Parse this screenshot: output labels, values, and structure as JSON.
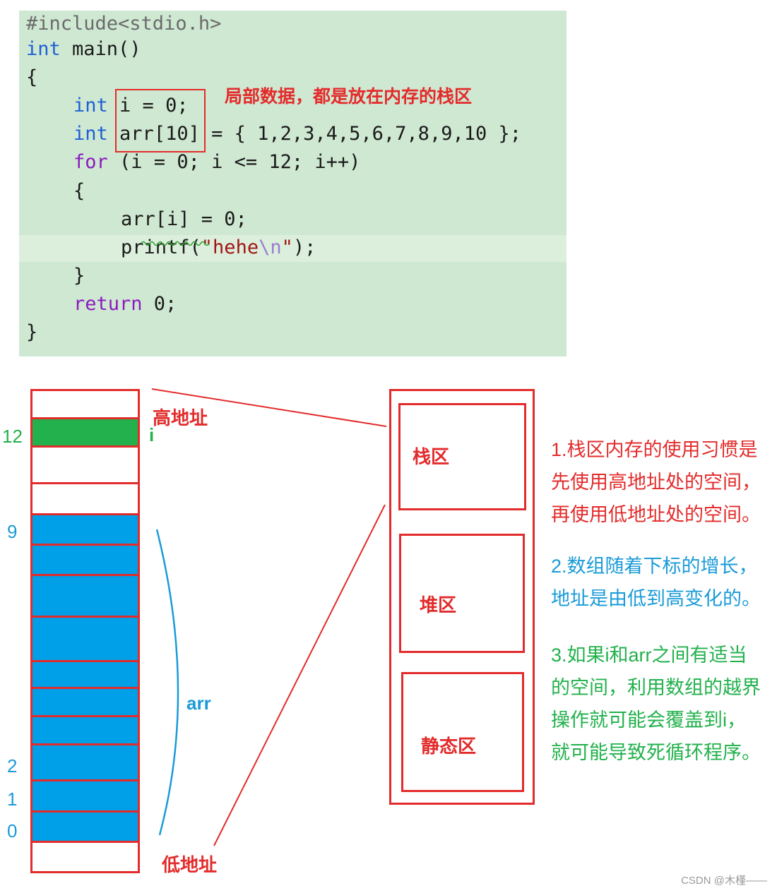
{
  "code": {
    "line1": "#include<stdio.h>",
    "line2_kw": "int",
    "line2_rest": " main()",
    "line3": "{",
    "line4_kw": "int",
    "line4_rest": "i = 0;",
    "line5_kw": "int",
    "line5_rest": "arr[10] = { 1,2,3,4,5,6,7,8,9,10 };",
    "line6_kw": "for",
    "line6_rest": " (i = 0; i <= 12; i++)",
    "line7": "{",
    "line8": "arr[i] = 0;",
    "line9_a": "printf(",
    "line9_str": "\"hehe",
    "line9_esc": "\\n",
    "line9_str2": "\"",
    "line9_b": ");",
    "line10": "}",
    "line11_kw": "return",
    "line11_rest": " 0;",
    "line12": "}",
    "annotation": "局部数据，都是放在内存的栈区"
  },
  "memory": {
    "high_label": "高地址",
    "low_label": "低地址",
    "i_label": "i",
    "arr_label": "arr",
    "index_12": "12",
    "index_9": "9",
    "index_2": "2",
    "index_1": "1",
    "index_0": "0"
  },
  "regions": {
    "stack": "栈区",
    "heap": "堆区",
    "static": "静态区"
  },
  "notes": {
    "n1": "1.栈区内存的使用习惯是\n先使用高地址处的空间，\n再使用低地址处的空间。",
    "n2": "2.数组随着下标的增长，\n地址是由低到高变化的。",
    "n3": "3.如果i和arr之间有适当\n的空间，利用数组的越界\n操作就可能会覆盖到i，\n就可能导致死循环程序。"
  },
  "colors": {
    "red": "#e32b2b",
    "blue": "#00a0e8",
    "green": "#22b14c"
  },
  "watermark": "CSDN @木槿——"
}
